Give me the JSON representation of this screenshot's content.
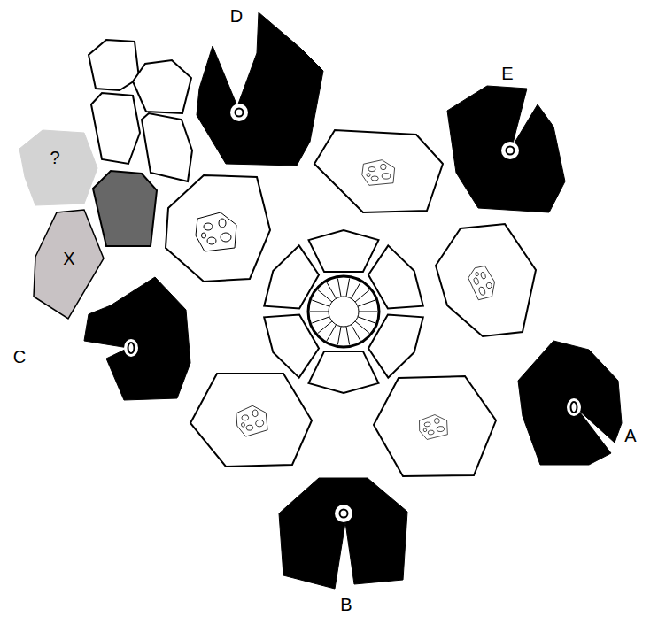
{
  "diagram": {
    "nodes": [
      {
        "text": [
          "D"
        ]
      },
      {
        "text": [
          "E"
        ]
      },
      {
        "text": [
          "?"
        ]
      },
      {
        "text": [
          "X"
        ]
      },
      {
        "text": [
          "C"
        ]
      },
      {
        "text": [
          "A"
        ]
      },
      {
        "text": [
          "B"
        ]
      }
    ]
  }
}
